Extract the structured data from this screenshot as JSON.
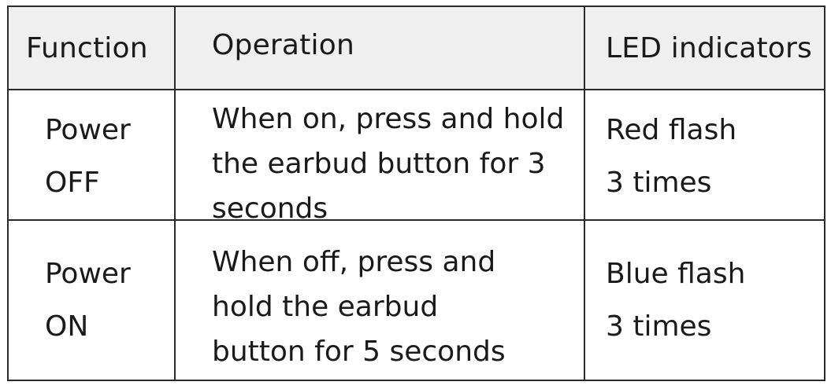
{
  "table": {
    "headers": [
      "Function",
      "Operation",
      "LED indicators"
    ],
    "rows": [
      {
        "function": [
          "Power",
          "OFF"
        ],
        "operation": [
          "When on, press and hold",
          "the earbud button for 3",
          "seconds"
        ],
        "led": [
          "Red flash",
          "3 times"
        ]
      },
      {
        "function": [
          "Power",
          "ON"
        ],
        "operation": [
          "When off, press and",
          "hold the earbud",
          "button for 5 seconds"
        ],
        "led": [
          "Blue flash",
          "3 times"
        ]
      }
    ]
  }
}
